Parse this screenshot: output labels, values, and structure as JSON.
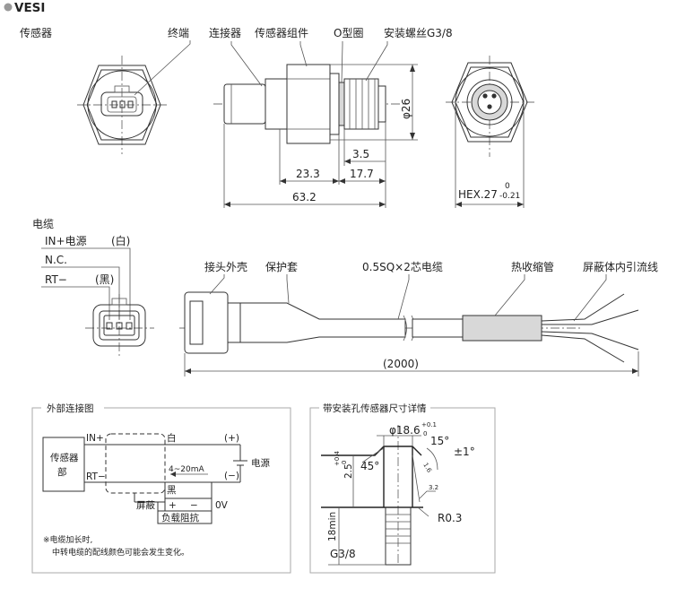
{
  "header": {
    "title": "VESI"
  },
  "sensor": {
    "section_label": "传感器",
    "callouts": {
      "terminal": "终端",
      "connector": "连接器",
      "assembly": "传感器组件",
      "oring": "O型圈",
      "thread": "安装螺丝G3/8"
    },
    "dims": {
      "diameter": "φ26",
      "d3_5": "3.5",
      "d23_3": "23.3",
      "d17_7": "17.7",
      "d63_2": "63.2"
    },
    "hex": {
      "main": "HEX.27",
      "tol_upper": "0",
      "tol_lower": "-0.21"
    }
  },
  "cable": {
    "section_label": "电缆",
    "pins": {
      "in_plus": "IN+电源",
      "white": "(白)",
      "nc": "N.C.",
      "rt_minus": "RT−",
      "black": "(黑)"
    },
    "callouts": {
      "housing": "接头外壳",
      "sleeve": "保护套",
      "wire": "0.5SQ×2芯电缆",
      "shrink": "热收缩管",
      "shield": "屏蔽体内引流线"
    },
    "length": "(2000)"
  },
  "external_wiring": {
    "title": "外部连接图",
    "sensor_label": "传感器部",
    "in_plus": "IN+",
    "rt_minus": "RT−",
    "white": "白",
    "black": "黑",
    "shield": "屏蔽",
    "current": "4~20mA",
    "plus": "(+)",
    "minus": "(−)",
    "power": "电源",
    "load_plus": "+",
    "load_minus": "−",
    "zero_v": "0V",
    "load": "负载阻抗",
    "note_line1": "※电缆加长时,",
    "note_line2": "中转电缆的配线颜色可能会发生变化。"
  },
  "mount_hole": {
    "title": "带安装孔传感器尺寸详情",
    "diameter": "φ18.6",
    "dia_tol_upper": "+0.1",
    "dia_tol_lower": "0",
    "angle45": "45°",
    "depth": "2.5",
    "depth_tol_upper": "+0.4",
    "depth_tol_lower": "0",
    "angle15": "15°",
    "angle_tol": "±1°",
    "finish_16": "1.6",
    "finish_32": "3.2",
    "radius": "R0.3",
    "min_depth": "18min",
    "thread": "G3/8"
  }
}
